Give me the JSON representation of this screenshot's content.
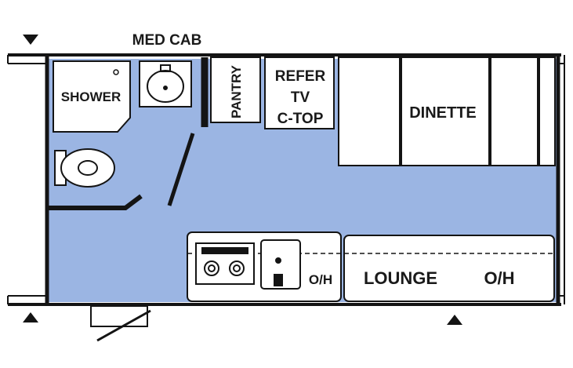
{
  "floorplan": {
    "labels": {
      "med_cab": "MED CAB",
      "shower": "SHOWER",
      "pantry": "PANTRY",
      "refer": "REFER",
      "tv": "TV",
      "ctop": "C-TOP",
      "dinette": "DINETTE",
      "oh_galley": "O/H",
      "lounge": "LOUNGE",
      "oh_lounge": "O/H"
    },
    "colors": {
      "floor": "#9bb5e3",
      "wall": "#141414",
      "fixture_fill": "#ffffff",
      "marker": "#141414"
    },
    "icons": [
      "arrow-down-marker-icon",
      "arrow-up-marker-icon",
      "sink-icon",
      "toilet-icon",
      "stove-icon",
      "door-icon"
    ]
  }
}
